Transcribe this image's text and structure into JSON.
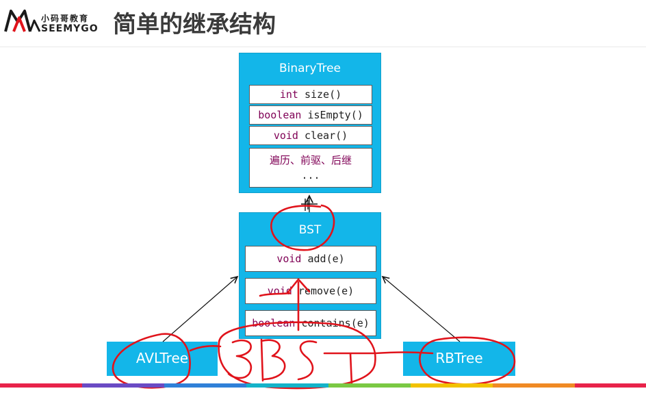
{
  "header": {
    "logo_cn": "小码哥教育",
    "logo_en": "SEEMYGO",
    "title": "简单的继承结构"
  },
  "binary_tree": {
    "name": "BinaryTree",
    "methods": [
      {
        "keyword": "int",
        "rest": " size()"
      },
      {
        "keyword": "boolean",
        "rest": " isEmpty()"
      },
      {
        "keyword": "void",
        "rest": " clear()"
      }
    ],
    "note_line1": "遍历、前驱、后继",
    "note_line2": "..."
  },
  "bst": {
    "name": "BST",
    "methods": [
      {
        "keyword": "void",
        "rest": " add(e)"
      },
      {
        "keyword": "void",
        "rest": " remove(e)"
      },
      {
        "keyword": "boolean",
        "rest": " contains(e)"
      }
    ]
  },
  "subclasses": {
    "left": "AVLTree",
    "right": "RBTree"
  },
  "colors": {
    "box": "#13b6e9",
    "keyword": "#7f0055",
    "annotation": "#e0131b"
  },
  "bottom_bar_colors": [
    "#e8234a",
    "#6a4bc4",
    "#2f80d8",
    "#14b3c9",
    "#7ac943",
    "#f2c200",
    "#f08a24",
    "#e8234a"
  ]
}
